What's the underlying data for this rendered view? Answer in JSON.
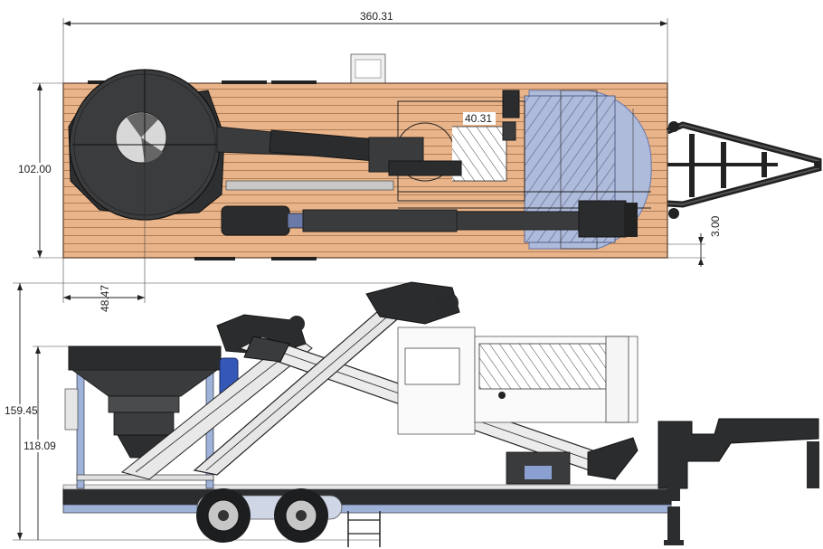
{
  "dimensions": {
    "overall_length": "360.31",
    "deck_width": "102.00",
    "hopper_offset": "40.31",
    "tongue_offset": "3.00",
    "hopper_center": "48.47",
    "total_height": "159.45",
    "hopper_height": "118.09"
  },
  "colors": {
    "deck": "#e9b48a",
    "machine_dark": "#3a3b3d",
    "screen_blue": "#aebbdb",
    "frame_blue": "#9fb3d9"
  }
}
